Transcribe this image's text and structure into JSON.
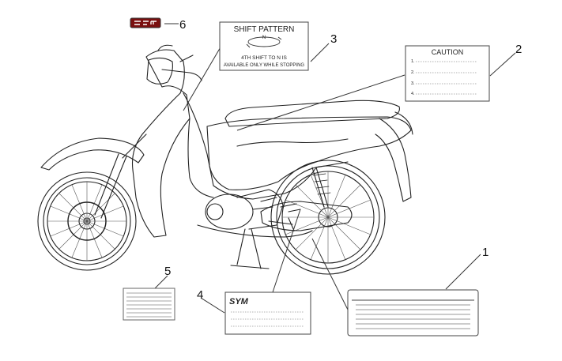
{
  "callouts": {
    "c1": "1",
    "c2": "2",
    "c3": "3",
    "c4": "4",
    "c5": "5",
    "c6": "6"
  },
  "shift_label": {
    "title": "SHIFT PATTERN",
    "neutral": "N",
    "line1": "4TH SHIFT TO N IS",
    "line2": "AVAILABLE ONLY WHILE STOPPING"
  },
  "caution_label": {
    "title": "CAUTION",
    "items": [
      "1.",
      "2.",
      "3.",
      "4."
    ]
  },
  "brand_label": {
    "logo": "SYM"
  }
}
